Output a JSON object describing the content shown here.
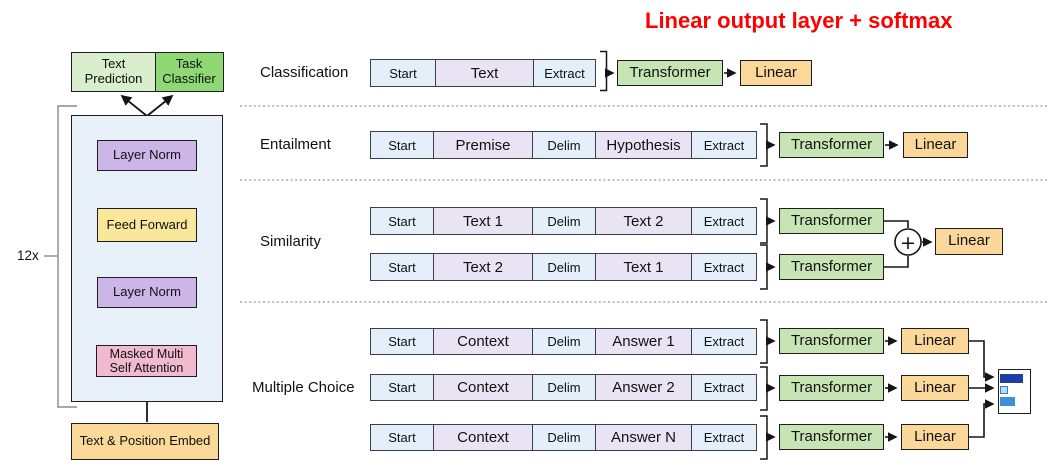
{
  "title": "Linear output layer + softmax",
  "colors": {
    "accent_red": "#fe0000",
    "cell_blue": "#e4eff9",
    "cell_lavender": "#eae3f3",
    "transformer_green": "#c7e5b4",
    "linear_orange": "#fbd89a",
    "head_light_green": "#d8eecd",
    "head_green": "#8ed973",
    "layer_norm_purple": "#ccb6e8",
    "feed_forward_yellow": "#f9e79b",
    "attention_pink": "#f2bacf",
    "embed_orange": "#fbd998",
    "container_blue": "#e8f0fa"
  },
  "architecture": {
    "repeat_label": "12x",
    "text_prediction": "Text Prediction",
    "task_classifier": "Task Classifier",
    "layer_norm_top": "Layer Norm",
    "feed_forward": "Feed Forward",
    "layer_norm_bottom": "Layer Norm",
    "masked_attention_line1": "Masked Multi",
    "masked_attention_line2": "Self Attention",
    "embed": "Text & Position Embed"
  },
  "labels": {
    "transformer": "Transformer",
    "linear": "Linear",
    "plus": "+"
  },
  "tasks": [
    {
      "label": "Classification",
      "rows": [
        {
          "cells": [
            "Start",
            "Text",
            "Extract"
          ]
        }
      ]
    },
    {
      "label": "Entailment",
      "rows": [
        {
          "cells": [
            "Start",
            "Premise",
            "Delim",
            "Hypothesis",
            "Extract"
          ]
        }
      ]
    },
    {
      "label": "Similarity",
      "rows": [
        {
          "cells": [
            "Start",
            "Text 1",
            "Delim",
            "Text 2",
            "Extract"
          ]
        },
        {
          "cells": [
            "Start",
            "Text 2",
            "Delim",
            "Text 1",
            "Extract"
          ]
        }
      ]
    },
    {
      "label": "Multiple Choice",
      "rows": [
        {
          "cells": [
            "Start",
            "Context",
            "Delim",
            "Answer 1",
            "Extract"
          ]
        },
        {
          "cells": [
            "Start",
            "Context",
            "Delim",
            "Answer 2",
            "Extract"
          ]
        },
        {
          "cells": [
            "Start",
            "Context",
            "Delim",
            "Answer N",
            "Extract"
          ]
        }
      ]
    }
  ],
  "softmax": {
    "bars": [
      {
        "color": "#1b3fa7",
        "relative_value": 1.0
      },
      {
        "color": "#b8dcf5",
        "relative_value": 0.3
      },
      {
        "color": "#3f8fd6",
        "relative_value": 0.6
      }
    ]
  }
}
